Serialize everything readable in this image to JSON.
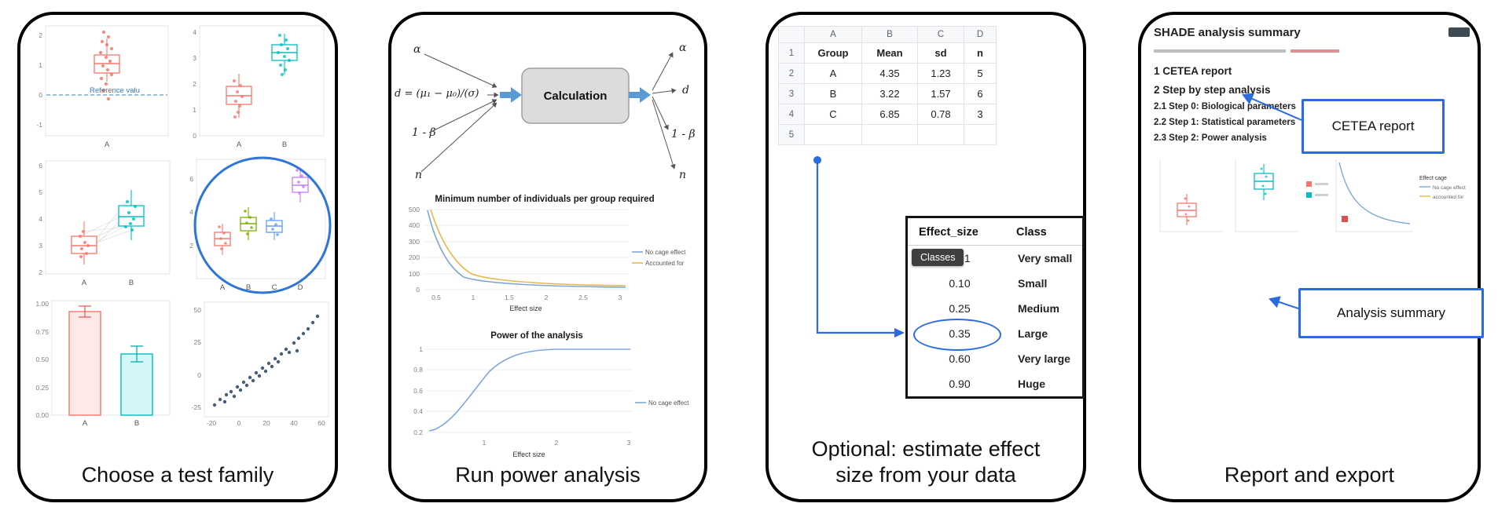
{
  "panels": {
    "test_family": {
      "caption": "Choose a test family",
      "plots": {
        "ref": {
          "yticks": [
            "2",
            "1",
            "0",
            "-1"
          ],
          "xticks": [
            "A"
          ],
          "annotation": "Reference valu"
        },
        "two": {
          "yticks": [
            "4",
            "3",
            "2",
            "1",
            "0"
          ],
          "xticks": [
            "A",
            "B"
          ]
        },
        "paired": {
          "yticks": [
            "6",
            "5",
            "4",
            "3",
            "2"
          ],
          "xticks": [
            "A",
            "B"
          ]
        },
        "four": {
          "yticks": [
            "6",
            "4",
            "2"
          ],
          "xticks": [
            "A",
            "B",
            "C",
            "D"
          ]
        },
        "bars": {
          "yticks": [
            "1.00",
            "0.75",
            "0.50",
            "0.25",
            "0.00"
          ],
          "xticks": [
            "A",
            "B"
          ]
        },
        "scatter": {
          "yticks": [
            "50",
            "25",
            "0",
            "-25"
          ],
          "xticks": [
            "-20",
            "0",
            "20",
            "40",
            "60"
          ]
        }
      }
    },
    "power": {
      "caption": "Run power analysis",
      "diagram": {
        "box_label": "Calculation",
        "inputs": [
          "α",
          "d = (μ₁ − μ₀)/(σ)",
          "1 - β",
          "n"
        ],
        "outputs": [
          "α",
          "d",
          "1 - β",
          "n"
        ]
      },
      "sample_chart": {
        "title": "Minimum number of individuals per group required",
        "yticks": [
          "500",
          "400",
          "300",
          "200",
          "100",
          "0"
        ],
        "xticks": [
          "0.5",
          "1",
          "1.5",
          "2",
          "2.5",
          "3"
        ],
        "xlabel": "Effect size",
        "legend": [
          "No cage effect",
          "Accounted for"
        ]
      },
      "power_chart": {
        "title": "Power of the analysis",
        "yticks": [
          "1",
          "0.8",
          "0.6",
          "0.4",
          "0.2"
        ],
        "xticks": [
          "1",
          "2",
          "3"
        ],
        "xlabel": "Effect size",
        "legend": [
          "No cage effect"
        ]
      }
    },
    "effect_size": {
      "caption_line1": "Optional: estimate effect",
      "caption_line2": "size from your data",
      "spreadsheet": {
        "col_headers": [
          "A",
          "B",
          "C",
          "D"
        ],
        "row_numbers": [
          "1",
          "2",
          "3",
          "4",
          "5"
        ],
        "rows": [
          [
            "Group",
            "Mean",
            "sd",
            "n"
          ],
          [
            "A",
            "4.35",
            "1.23",
            "5"
          ],
          [
            "B",
            "3.22",
            "1.57",
            "6"
          ],
          [
            "C",
            "6.85",
            "0.78",
            "3"
          ],
          [
            "",
            "",
            "",
            ""
          ]
        ]
      },
      "tooltip": "Classes",
      "table": {
        "headers": [
          "Effect_size",
          "Class"
        ],
        "rows": [
          [
            "0.01",
            "Very small"
          ],
          [
            "0.10",
            "Small"
          ],
          [
            "0.25",
            "Medium"
          ],
          [
            "0.35",
            "Large"
          ],
          [
            "0.60",
            "Very large"
          ],
          [
            "0.90",
            "Huge"
          ]
        ]
      }
    },
    "report": {
      "caption": "Report and export",
      "doc_title": "SHADE analysis summary",
      "sections": {
        "s1": "1 CETEA report",
        "s2": "2 Step by step analysis",
        "s21": "2.1 Step 0: Biological parameters",
        "s22": "2.2 Step 1: Statistical parameters",
        "s23": "2.3 Step 2: Power analysis"
      },
      "callouts": {
        "cetea": "CETEA report",
        "summary": "Analysis summary"
      },
      "mini_legend": {
        "title": "Effect cage",
        "entries": [
          "No cage effect",
          "accounted for"
        ]
      }
    }
  },
  "chart_data": [
    {
      "type": "bar",
      "categories": [
        "A",
        "B"
      ],
      "values": [
        0.93,
        0.55
      ],
      "ylim": [
        0,
        1
      ],
      "title": ""
    },
    {
      "type": "line",
      "title": "Minimum number of individuals per group required",
      "xlabel": "Effect size",
      "ylim": [
        0,
        500
      ],
      "x": [
        0.5,
        0.75,
        1,
        1.5,
        2,
        2.5,
        3
      ],
      "series": [
        {
          "name": "No cage effect",
          "values": [
            350,
            150,
            80,
            35,
            20,
            14,
            10
          ]
        },
        {
          "name": "Accounted for",
          "values": [
            420,
            190,
            105,
            48,
            28,
            20,
            14
          ]
        }
      ],
      "legend_position": "right"
    },
    {
      "type": "line",
      "title": "Power of the analysis",
      "xlabel": "Effect size",
      "ylim": [
        0,
        1
      ],
      "x": [
        0.25,
        0.5,
        0.75,
        1,
        1.5,
        2,
        3
      ],
      "series": [
        {
          "name": "No cage effect",
          "values": [
            0.15,
            0.25,
            0.45,
            0.65,
            0.92,
            0.99,
            1.0
          ]
        }
      ],
      "legend_position": "right"
    }
  ]
}
